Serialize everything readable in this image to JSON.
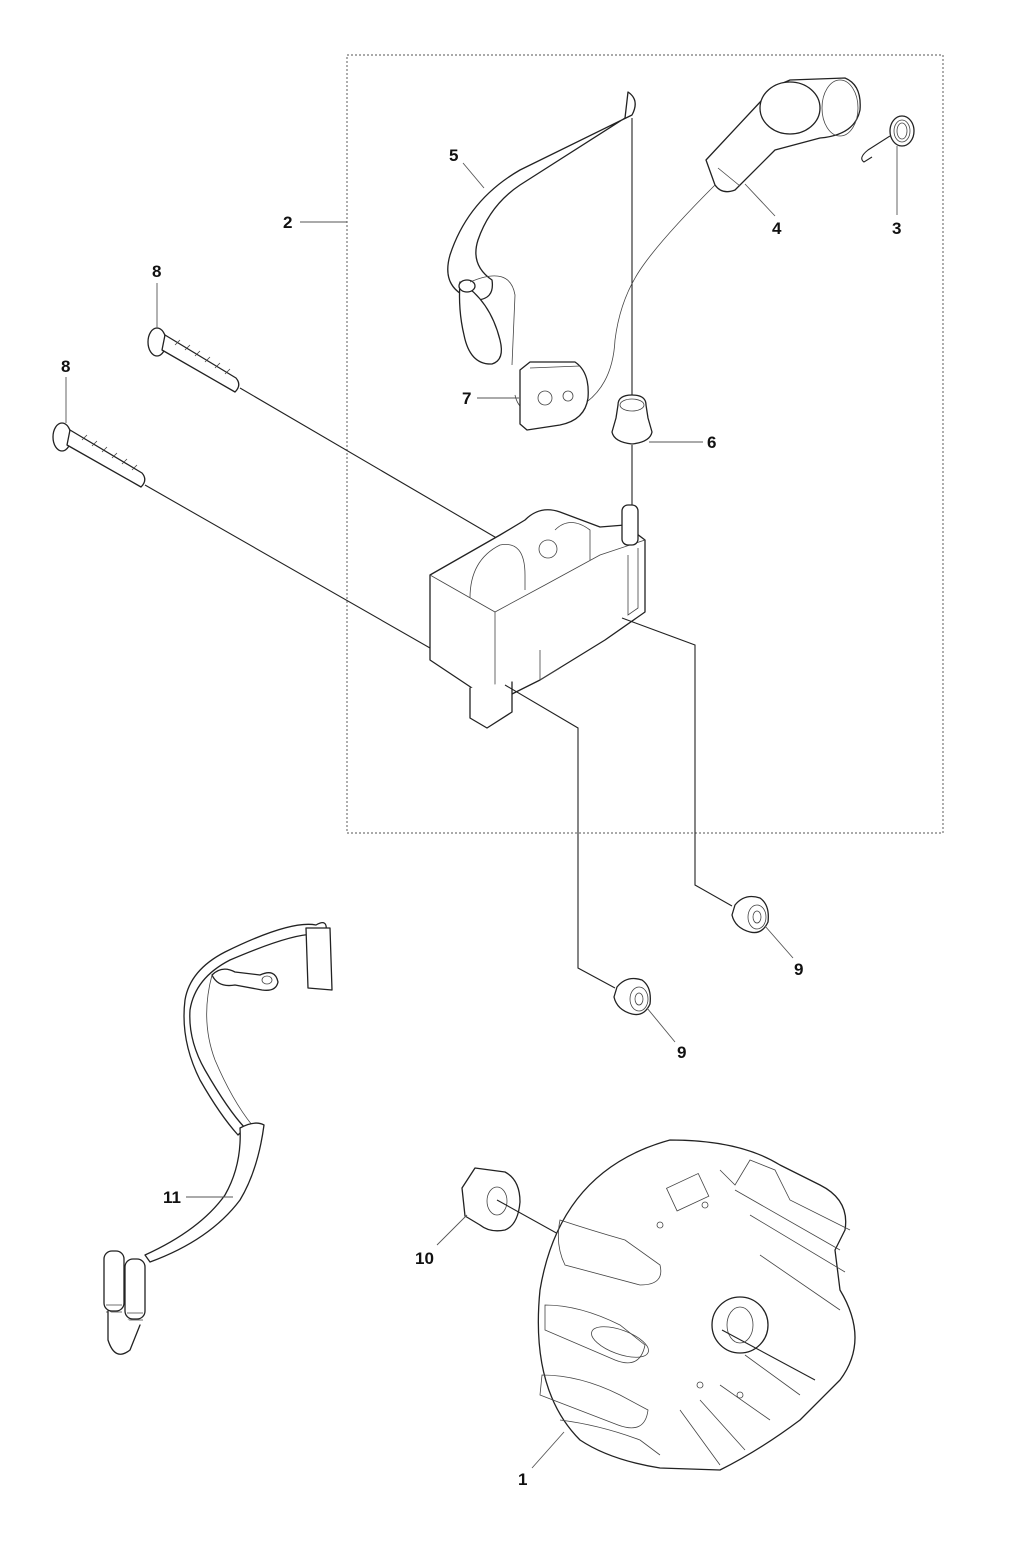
{
  "diagram": {
    "type": "exploded-parts-diagram",
    "colors": {
      "line": "#222222",
      "leader": "#555555",
      "group_box": "#777777",
      "background": "#ffffff"
    },
    "callouts": [
      {
        "id": "c1",
        "label": "1",
        "part": "flywheel"
      },
      {
        "id": "c2",
        "label": "2",
        "part": "ignition-module-assembly"
      },
      {
        "id": "c3",
        "label": "3",
        "part": "spring"
      },
      {
        "id": "c4",
        "label": "4",
        "part": "spark-plug-cap"
      },
      {
        "id": "c5",
        "label": "5",
        "part": "hose"
      },
      {
        "id": "c6",
        "label": "6",
        "part": "cable-grommet"
      },
      {
        "id": "c7",
        "label": "7",
        "part": "cable-clip"
      },
      {
        "id": "c8a",
        "label": "8",
        "part": "screw"
      },
      {
        "id": "c8b",
        "label": "8",
        "part": "screw"
      },
      {
        "id": "c9a",
        "label": "9",
        "part": "spacer"
      },
      {
        "id": "c9b",
        "label": "9",
        "part": "spacer"
      },
      {
        "id": "c10",
        "label": "10",
        "part": "nut"
      },
      {
        "id": "c11",
        "label": "11",
        "part": "wiring-harness"
      }
    ]
  }
}
